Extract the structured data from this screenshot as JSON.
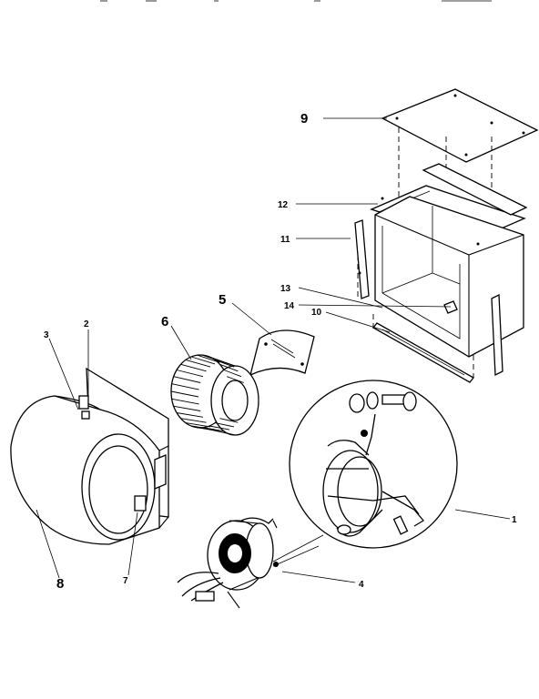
{
  "callouts": {
    "c1": "1",
    "c2": "2",
    "c3": "3",
    "c4": "4",
    "c5": "5",
    "c6": "6",
    "c7": "7",
    "c8": "8",
    "c9": "9",
    "c10": "10",
    "c11": "11",
    "c12": "12",
    "c13": "13",
    "c14": "14"
  }
}
